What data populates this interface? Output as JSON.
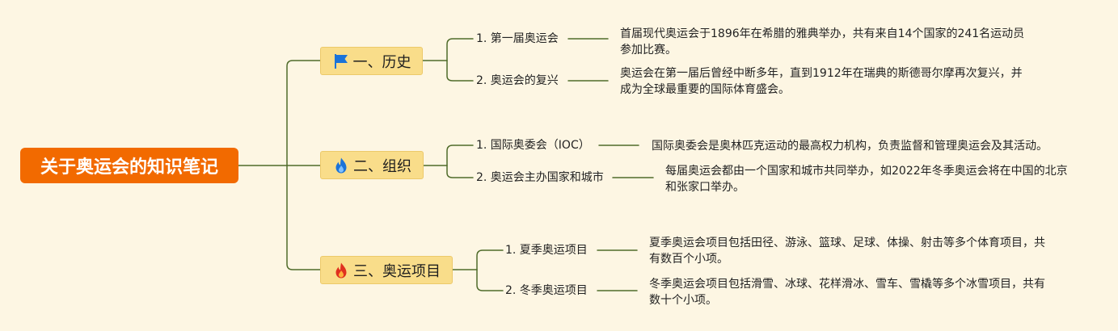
{
  "root": {
    "title": "关于奥运会的知识笔记"
  },
  "branches": [
    {
      "icon": "blue-flag-icon",
      "label": "一、历史",
      "children": [
        {
          "label": "1. 第一届奥运会",
          "desc": "首届现代奥运会于1896年在希腊的雅典举办，共有来自14个国家的241名运动员参加比赛。"
        },
        {
          "label": "2. 奥运会的复兴",
          "desc": "奥运会在第一届后曾经中断多年，直到1912年在瑞典的斯德哥尔摩再次复兴，并成为全球最重要的国际体育盛会。"
        }
      ]
    },
    {
      "icon": "blue-flame-icon",
      "label": "二、组织",
      "children": [
        {
          "label": "1. 国际奥委会（IOC）",
          "desc": "国际奥委会是奥林匹克运动的最高权力机构，负责监督和管理奥运会及其活动。"
        },
        {
          "label": "2. 奥运会主办国家和城市",
          "desc": "每届奥运会都由一个国家和城市共同举办，如2022年冬季奥运会将在中国的北京和张家口举办。"
        }
      ]
    },
    {
      "icon": "red-flame-icon",
      "label": "三、奥运项目",
      "children": [
        {
          "label": "1. 夏季奥运项目",
          "desc": "夏季奥运会项目包括田径、游泳、篮球、足球、体操、射击等多个体育项目，共有数百个小项。"
        },
        {
          "label": "2. 冬季奥运项目",
          "desc": "冬季奥运会项目包括滑雪、冰球、花样滑冰、雪车、雪橇等多个冰雪项目，共有数十个小项。"
        }
      ]
    }
  ],
  "colors": {
    "background": "#fdf6e3",
    "root": "#f26a00",
    "branch": "#f9dd8a",
    "connector": "#4f6b2a"
  }
}
